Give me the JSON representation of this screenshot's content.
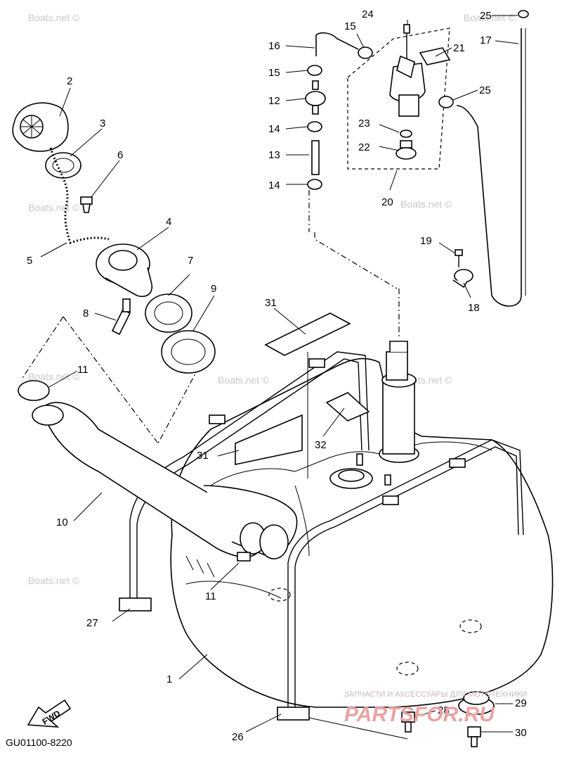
{
  "diagram": {
    "code": "GU01100-8220",
    "fwd_label": "FWD",
    "watermark": "Boats.net ©",
    "shop_line1": "ЗАПЧАСТИ И АКСЕССУАРЫ ДЛЯ МОТОТЕХНИКИ",
    "shop_line2": "PARTSFOR.RU"
  },
  "callouts": [
    "1",
    "2",
    "3",
    "4",
    "5",
    "6",
    "7",
    "8",
    "9",
    "10",
    "11",
    "11",
    "12",
    "13",
    "14",
    "14",
    "15",
    "15",
    "16",
    "17",
    "18",
    "19",
    "20",
    "21",
    "22",
    "23",
    "24",
    "25",
    "25",
    "26",
    "27",
    "28",
    "29",
    "30",
    "31",
    "31",
    "32"
  ]
}
